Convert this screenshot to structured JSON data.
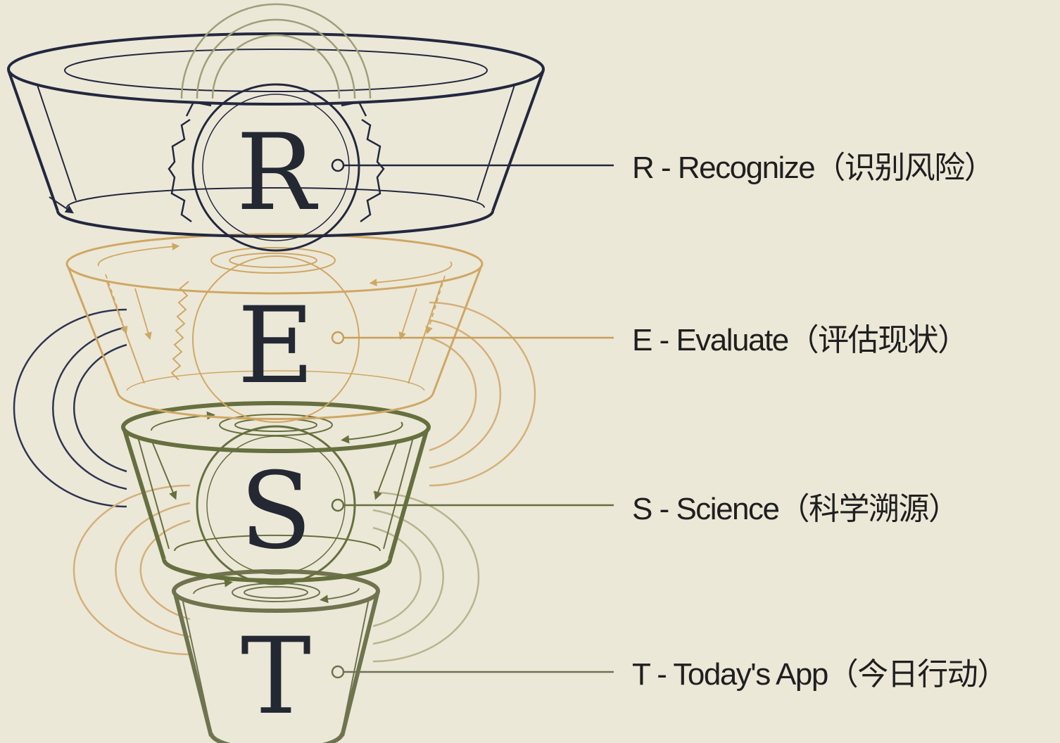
{
  "colors": {
    "background": "#ece8d8",
    "layer_r": "#23283f",
    "layer_e": "#cfa764",
    "layer_s": "#66703f",
    "layer_t": "#6f744f",
    "text": "#1f1f1f"
  },
  "layers": [
    {
      "letter": "R",
      "label": "R - Recognize（识别风险）"
    },
    {
      "letter": "E",
      "label": "E - Evaluate（评估现状）"
    },
    {
      "letter": "S",
      "label": "S - Science（科学溯源）"
    },
    {
      "letter": "T",
      "label": "T - Today's App（今日行动）"
    }
  ],
  "icons": [
    "gear-icon",
    "circular-arrow-icon",
    "arc-rings-icon"
  ]
}
